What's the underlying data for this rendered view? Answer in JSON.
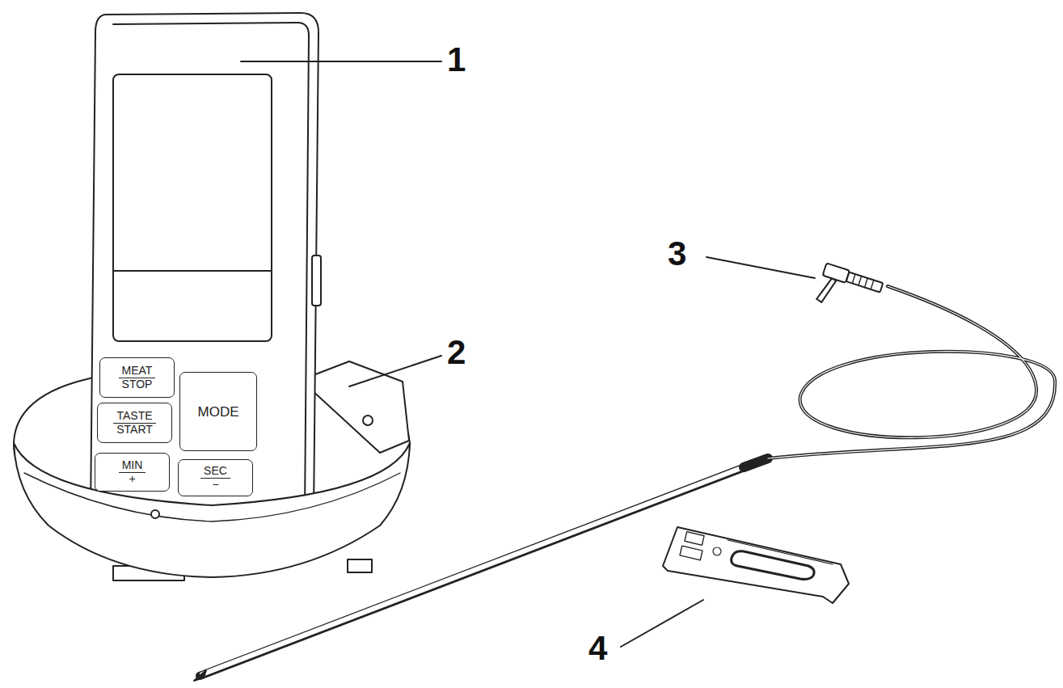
{
  "diagram": {
    "nodes": [
      {
        "text": [
          "MEAT",
          "STOP"
        ]
      },
      {
        "text": [
          "MODE"
        ]
      },
      {
        "text": [
          "TASTE",
          "START"
        ]
      },
      {
        "text": [
          "MIN",
          "+"
        ]
      },
      {
        "text": [
          "SEC",
          "−"
        ]
      }
    ],
    "labels": [
      "1",
      "2",
      "3",
      "4"
    ]
  }
}
